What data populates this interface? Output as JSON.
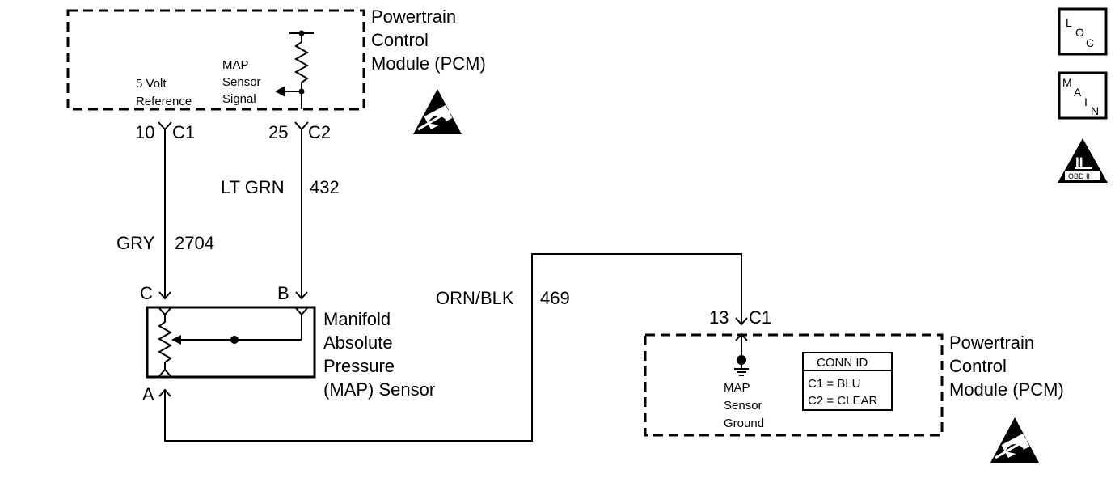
{
  "pcm_top": {
    "title": [
      "Powertrain",
      "Control",
      "Module (PCM)"
    ],
    "ref_label": [
      "5 Volt",
      "Reference"
    ],
    "signal_label": [
      "MAP",
      "Sensor",
      "Signal"
    ]
  },
  "pins": {
    "ref_pin": "10",
    "ref_conn": "C1",
    "signal_pin": "25",
    "signal_conn": "C2",
    "ground_pin": "13",
    "ground_conn": "C1"
  },
  "wires": {
    "ref_color": "GRY",
    "ref_circuit": "2704",
    "signal_color": "LT GRN",
    "signal_circuit": "432",
    "ground_color": "ORN/BLK",
    "ground_circuit": "469"
  },
  "sensor": {
    "terminal_c": "C",
    "terminal_b": "B",
    "terminal_a": "A",
    "name": [
      "Manifold",
      "Absolute",
      "Pressure",
      "(MAP) Sensor"
    ]
  },
  "pcm_bottom": {
    "title": [
      "Powertrain",
      "Control",
      "Module (PCM)"
    ],
    "ground_label": [
      "MAP",
      "Sensor",
      "Ground"
    ],
    "conn_id": {
      "header": "CONN ID",
      "rows": [
        "C1 = BLU",
        "C2 = CLEAR"
      ]
    }
  },
  "side_icons": {
    "loc": [
      "L",
      "O",
      "C"
    ],
    "main": [
      "M",
      "A",
      "I",
      "N"
    ],
    "obd_numeral": "II",
    "obd_text": "OBD II"
  },
  "icons": [
    "esd-warning-icon",
    "loc-icon",
    "main-icon",
    "obd-ii-icon"
  ]
}
